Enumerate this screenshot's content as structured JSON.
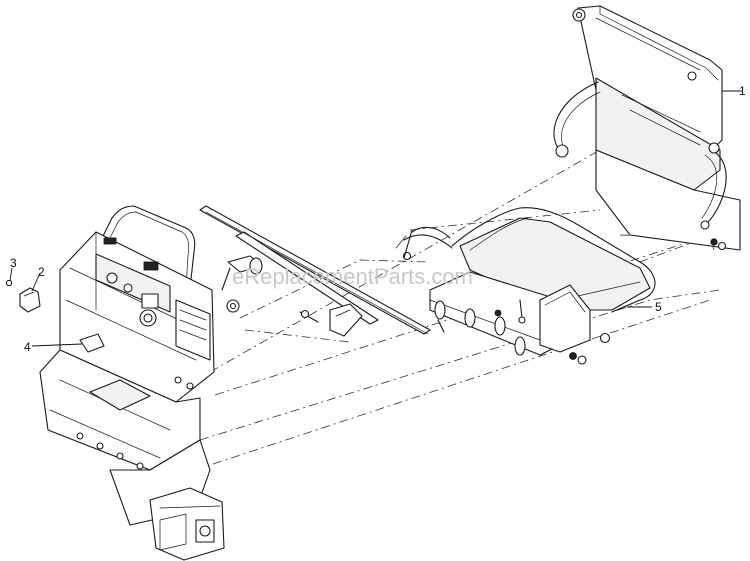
{
  "watermark": "eReplacementParts.com",
  "callouts": [
    {
      "id": "1",
      "label": "1"
    },
    {
      "id": "2",
      "label": "2"
    },
    {
      "id": "3",
      "label": "3"
    },
    {
      "id": "4",
      "label": "4"
    },
    {
      "id": "5",
      "label": "5"
    }
  ]
}
